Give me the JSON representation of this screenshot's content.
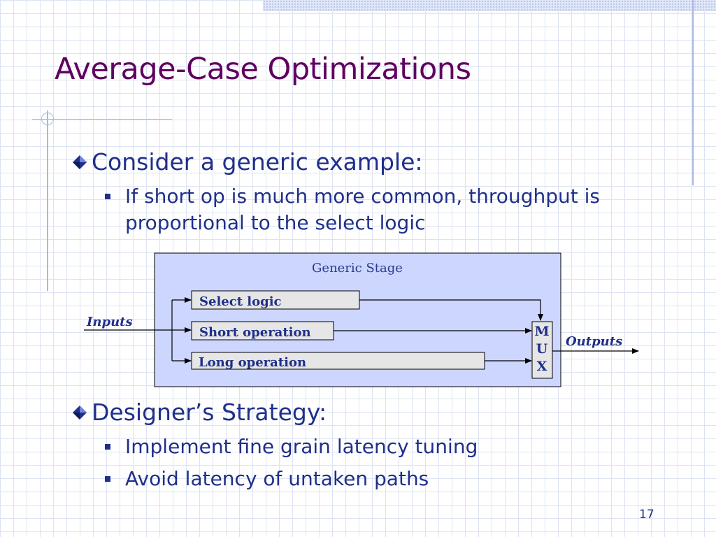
{
  "slide": {
    "title": "Average-Case Optimizations",
    "number": "17"
  },
  "bullets": {
    "b1": {
      "text": "Consider a generic example:",
      "sub": [
        "If short op is much more common, throughput is",
        "proportional to the select logic"
      ]
    },
    "b2": {
      "text": "Designer’s Strategy:",
      "sub": [
        "Implement fine grain latency tuning",
        "Avoid latency of untaken paths"
      ]
    }
  },
  "diagram": {
    "stage_label": "Generic Stage",
    "select_logic": "Select logic",
    "short_operation": "Short operation",
    "long_operation": "Long operation",
    "inputs_label": "Inputs",
    "outputs_label": "Outputs",
    "mux_letters": [
      "M",
      "U",
      "X"
    ]
  },
  "colors": {
    "title": "#600060",
    "text": "#1f2f8a",
    "stage_fill": "#ccd6ff",
    "box_fill": "#e6e6e6"
  },
  "icons": [
    "diamond-bullet-icon",
    "square-bullet-icon",
    "arrow-icon"
  ]
}
